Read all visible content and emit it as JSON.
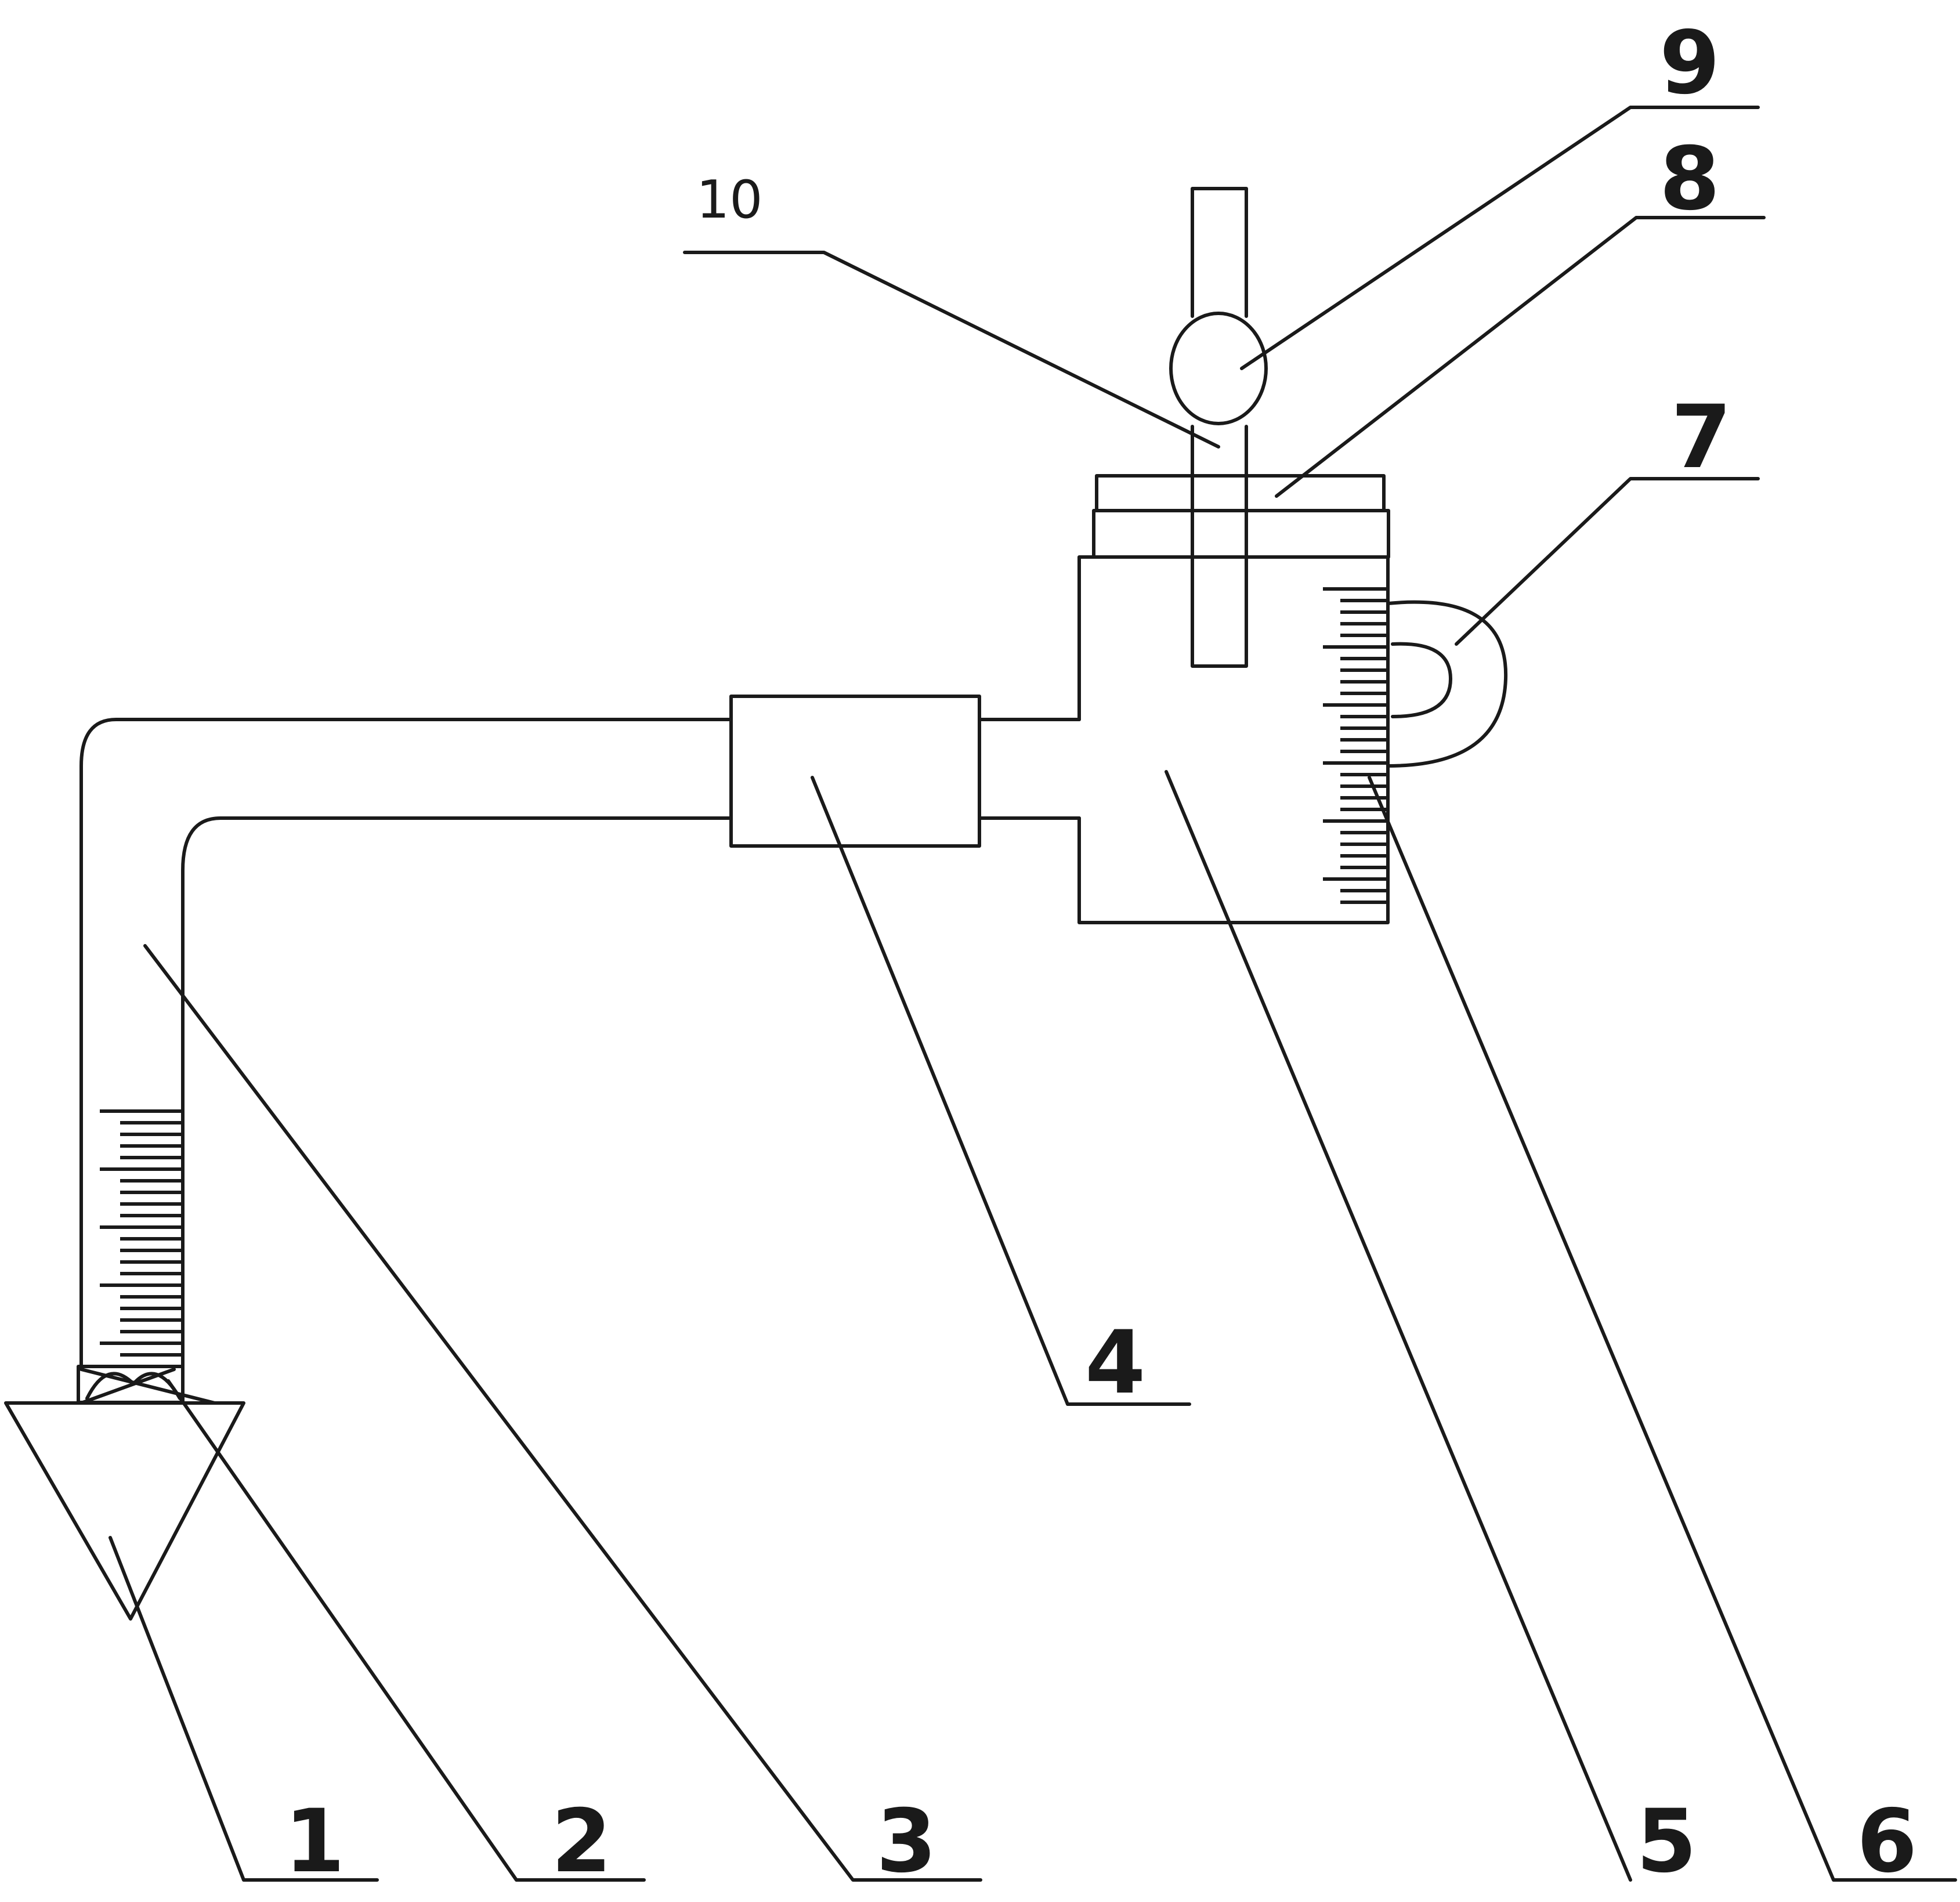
{
  "diagram": {
    "labels": [
      {
        "id": "1",
        "text": "1"
      },
      {
        "id": "2",
        "text": "2"
      },
      {
        "id": "3",
        "text": "3"
      },
      {
        "id": "4",
        "text": "4"
      },
      {
        "id": "5",
        "text": "5"
      },
      {
        "id": "6",
        "text": "6"
      },
      {
        "id": "7",
        "text": "7"
      },
      {
        "id": "8",
        "text": "8"
      },
      {
        "id": "9",
        "text": "9"
      },
      {
        "id": "10",
        "text": "10"
      }
    ]
  },
  "colors": {
    "ink": "#1a1a1a",
    "background": "#ffffff"
  }
}
